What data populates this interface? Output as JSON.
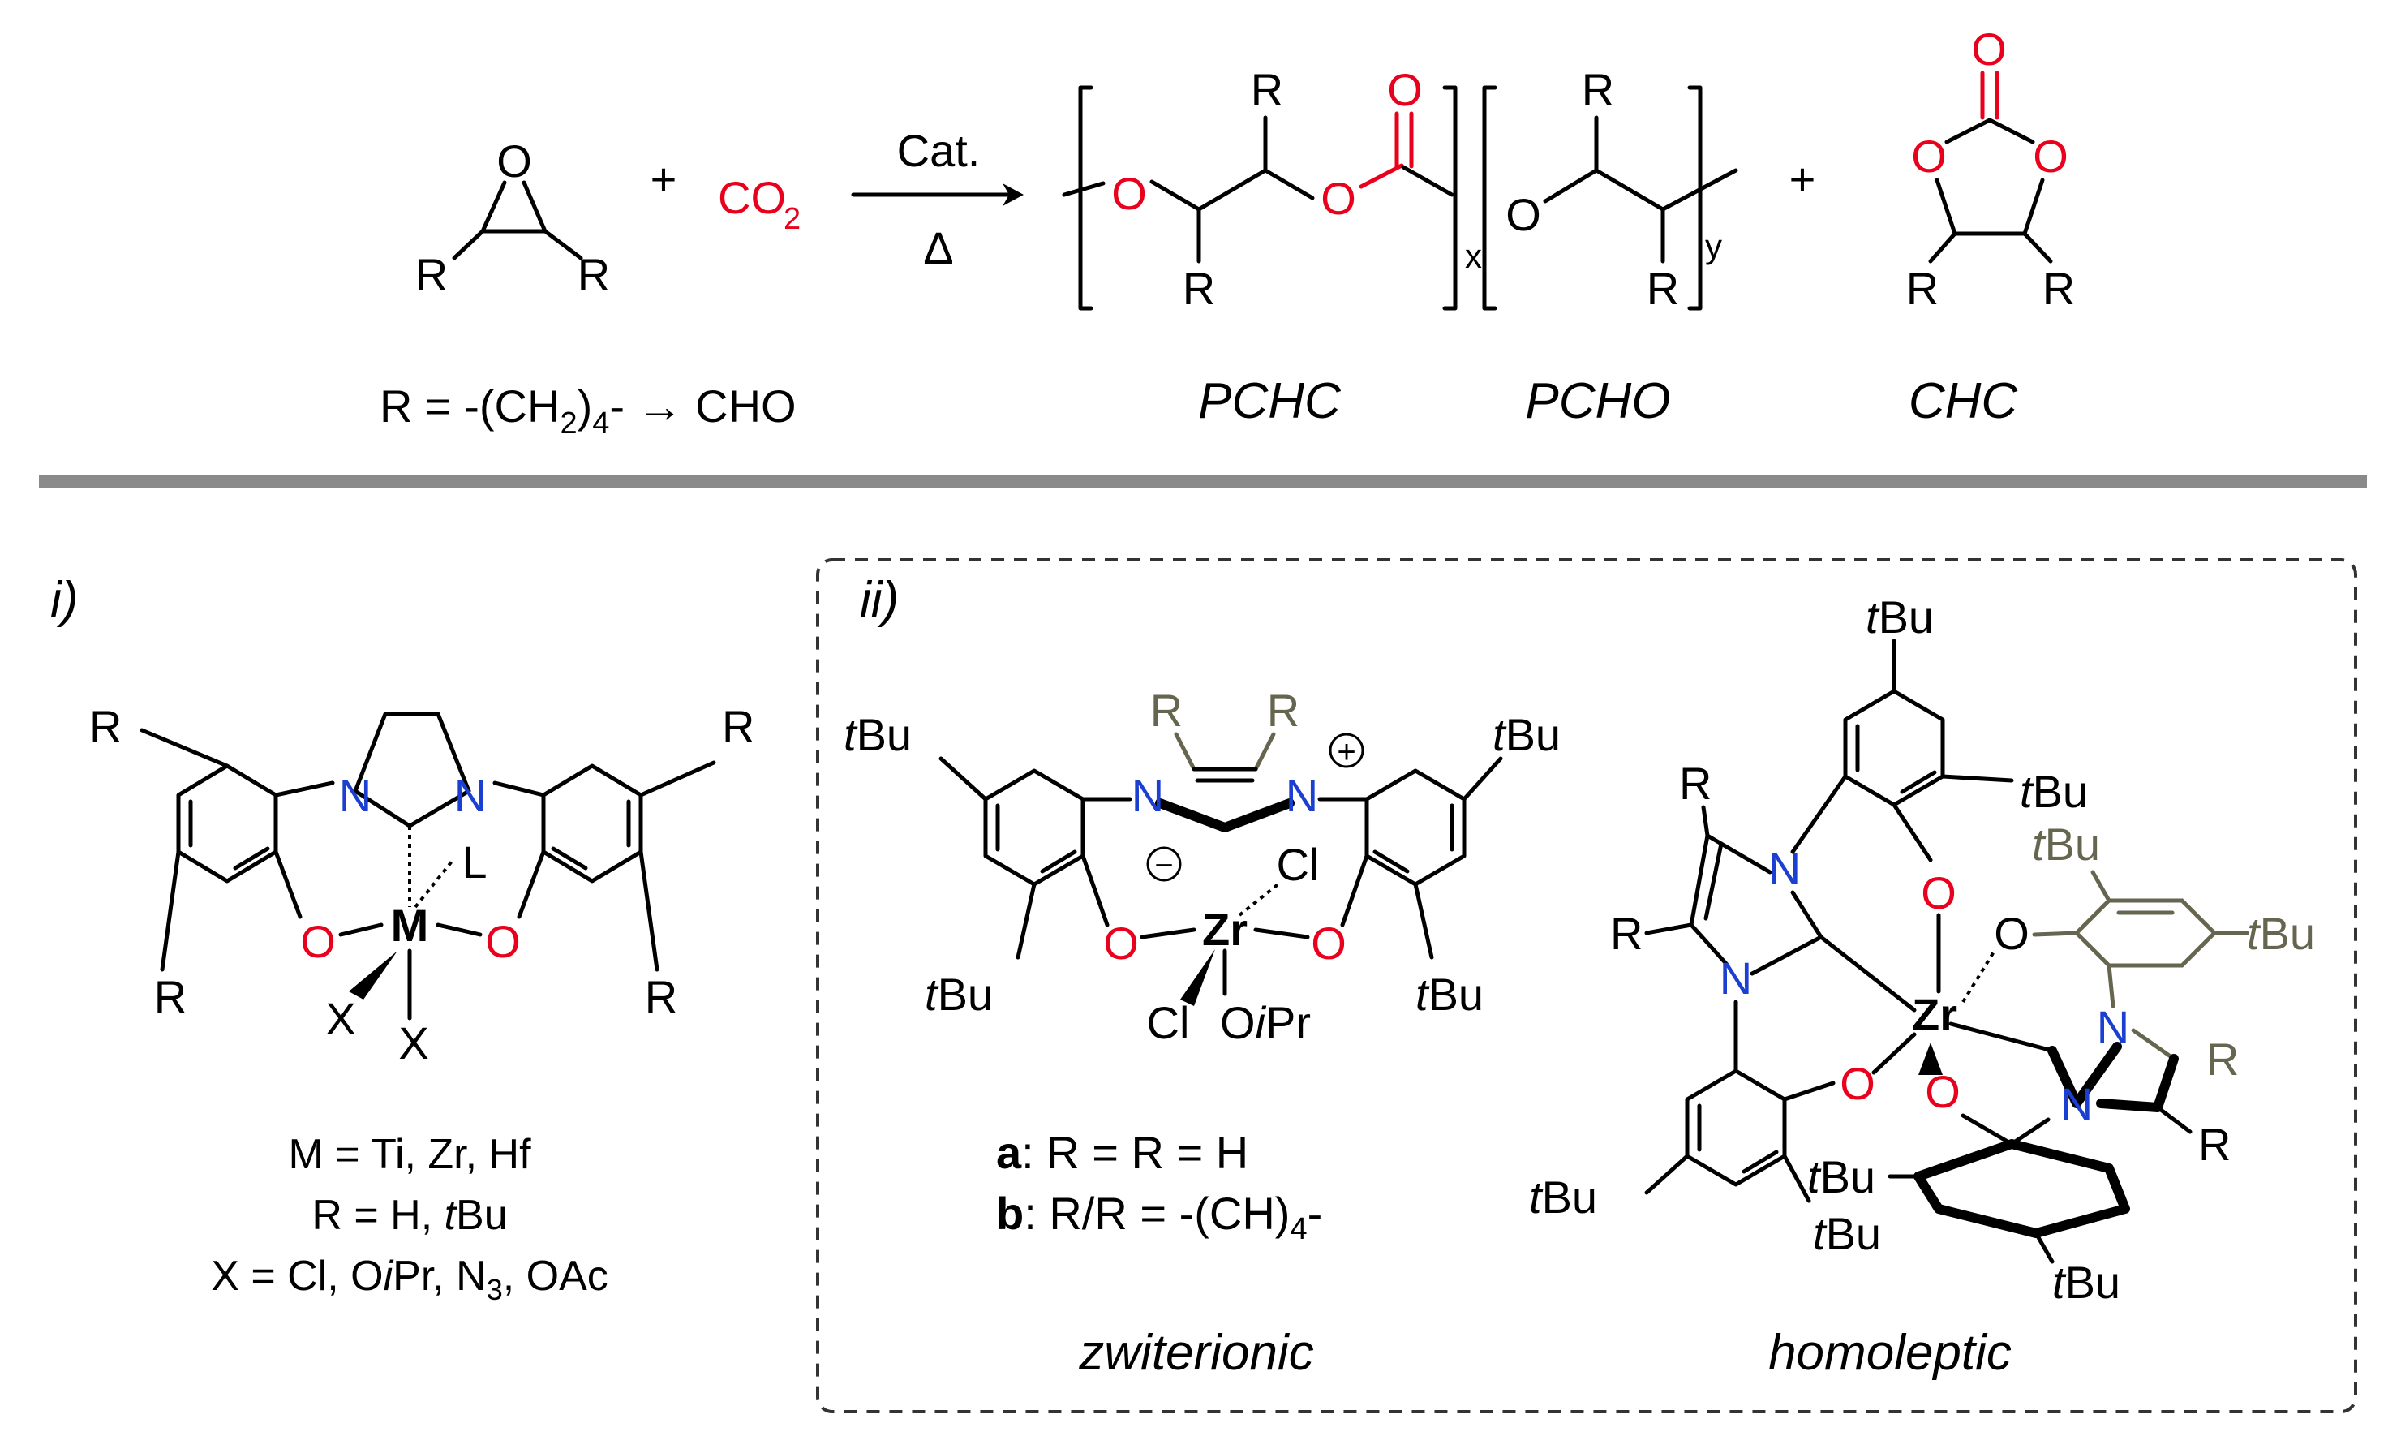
{
  "reaction": {
    "epoxide_o": "O",
    "r_left": "R",
    "r_right": "R",
    "plus_1": "+",
    "co2_base": "CO",
    "co2_sub": "2",
    "catalyst": "Cat.",
    "heat": "Δ",
    "plus_2": "+",
    "r_definition_pre": "R = -(CH",
    "r_definition_sub2": "2",
    "r_definition_mid": ")",
    "r_definition_sub4": "4",
    "r_definition_post": "- → CHO",
    "x_label": "x",
    "y_label": "y",
    "pchc_label": "PCHC",
    "pcho_label": "PCHO",
    "chc_label": "CHC"
  },
  "atoms": {
    "O": "O",
    "N": "N",
    "R": "R",
    "L": "L",
    "M": "M",
    "X": "X",
    "Zr": "Zr",
    "Cl": "Cl",
    "tBu_t": "t",
    "tBu_rest": "Bu",
    "OiPr_O": "O",
    "OiPr_i": "i",
    "OiPr_rest": "Pr",
    "plus": "+",
    "minus": "−"
  },
  "panel_i": {
    "label": "i)",
    "line1": "M = Ti, Zr, Hf",
    "line2_pre": "R = H, ",
    "line2_t": "t",
    "line2_post": "Bu",
    "line3_pre": "X = Cl, O",
    "line3_i": "i",
    "line3_mid": "Pr, N",
    "line3_sub": "3",
    "line3_post": ", OAc"
  },
  "panel_ii": {
    "label": "ii)",
    "a_bold": "a",
    "a_text": ": R = R = H",
    "b_bold": "b",
    "b_text": ": R/R = -(CH)",
    "b_sub": "4",
    "b_post": "-",
    "zwitterionic": "zwiterionic",
    "homoleptic": "homoleptic"
  },
  "colors": {
    "oxygen_red": "#e8001c",
    "nitrogen_blue": "#1a3fd1",
    "olive_gray": "#666650",
    "divider_gray": "#8a8a8a"
  }
}
